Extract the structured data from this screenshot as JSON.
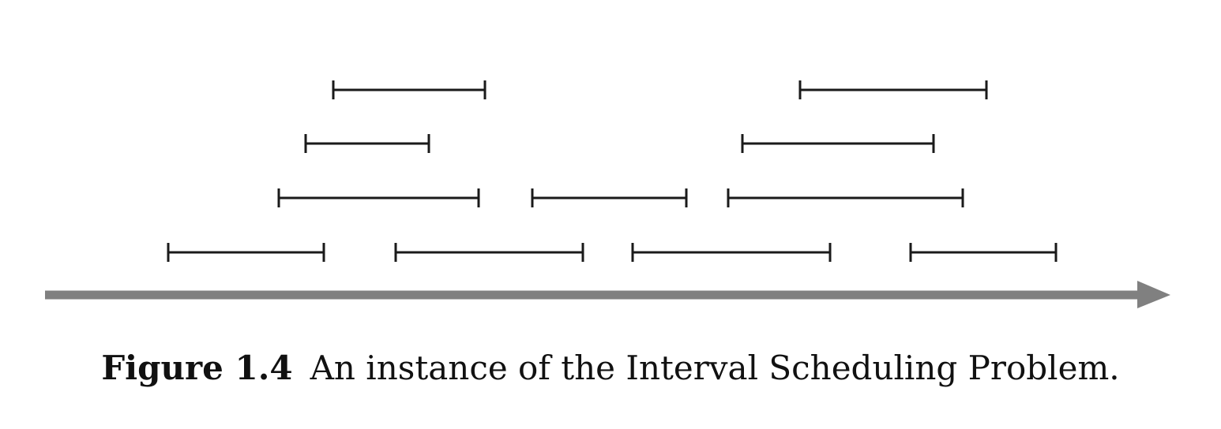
{
  "figure": {
    "caption_label": "Figure 1.4",
    "caption_text": "An instance of the Interval Scheduling Problem."
  },
  "colors": {
    "interval": "#1a1a1a",
    "axis": "#808080"
  },
  "intervals": [
    {
      "row": 4,
      "start": 422,
      "end": 614
    },
    {
      "row": 4,
      "start": 1013,
      "end": 1249
    },
    {
      "row": 3,
      "start": 387,
      "end": 543
    },
    {
      "row": 3,
      "start": 940,
      "end": 1182
    },
    {
      "row": 2,
      "start": 353,
      "end": 606
    },
    {
      "row": 2,
      "start": 674,
      "end": 869
    },
    {
      "row": 2,
      "start": 922,
      "end": 1219
    },
    {
      "row": 1,
      "start": 213,
      "end": 410
    },
    {
      "row": 1,
      "start": 501,
      "end": 738
    },
    {
      "row": 1,
      "start": 801,
      "end": 1051
    },
    {
      "row": 1,
      "start": 1153,
      "end": 1337
    }
  ]
}
